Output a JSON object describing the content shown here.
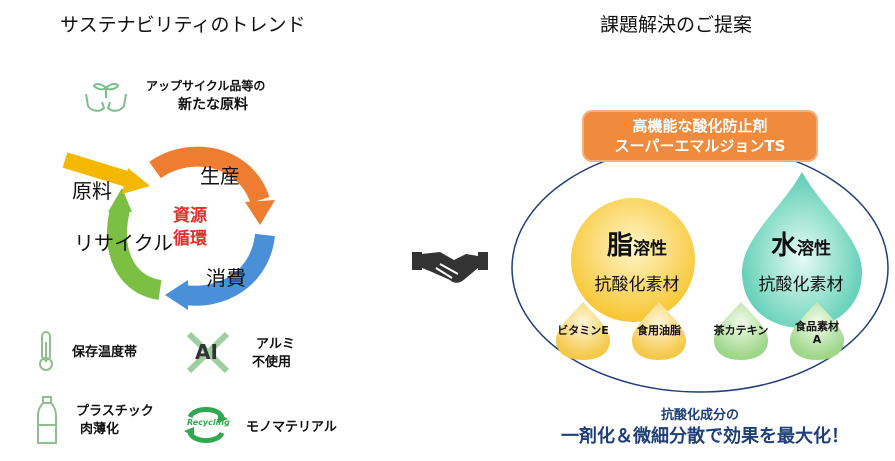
{
  "left": {
    "title": "サステナビリティのトレンド",
    "upcycle_line1": "アップサイクル品等の",
    "upcycle_line2": "新たな原料",
    "cycle": {
      "raw": "原料",
      "production": "生産",
      "consumption": "消費",
      "recycle": "リサイクル",
      "center_line1": "資源",
      "center_line2": "循環"
    },
    "features": {
      "temp": "保存温度帯",
      "alu_line1": "アルミ",
      "alu_line2": "不使用",
      "alu_icon_text": "AI",
      "plastic_line1": "プラスチック",
      "plastic_line2": "肉薄化",
      "mono": "モノマテリアル",
      "recycling_icon_text": "Recycling"
    }
  },
  "right": {
    "title": "課題解決のご提案",
    "product_line1": "高機能な酸化防止剤",
    "product_line2": "スーパーエマルジョンTS",
    "fat": {
      "big": "脂",
      "rest": "溶性",
      "sub": "抗酸化素材",
      "chip1": "ビタミンE",
      "chip2": "食用油脂"
    },
    "water": {
      "big": "水",
      "rest": "溶性",
      "sub": "抗酸化素材",
      "chip1": "茶カテキン",
      "chip2_line1": "食品素材",
      "chip2_line2": "A"
    },
    "footer_small": "抗酸化成分の",
    "footer_big": "一剤化＆微細分散で効果を最大化！"
  },
  "colors": {
    "orange": "#f08a3c",
    "blue_text": "#1f3f7a",
    "red_text": "#e0322c",
    "cycle_orange": "#ef7d31",
    "cycle_blue": "#4a90d9",
    "cycle_green": "#7bc043",
    "cycle_yellow": "#f5b800",
    "fat_drop": "#f7c530",
    "water_drop": "#5ccfb6"
  }
}
